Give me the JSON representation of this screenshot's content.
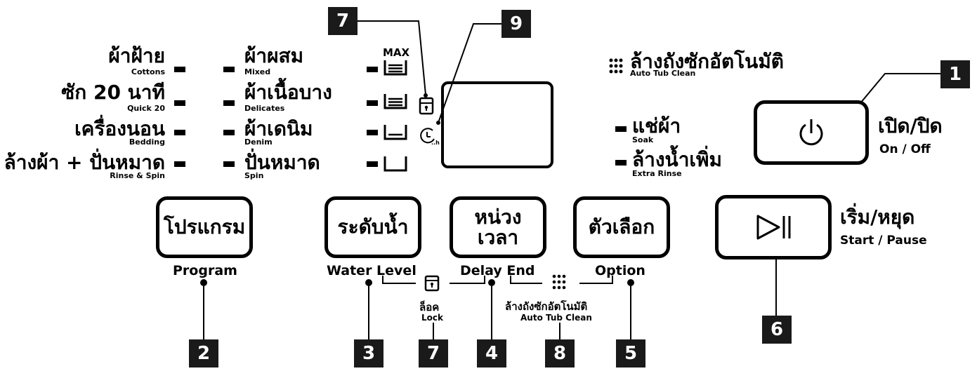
{
  "programs_left": [
    {
      "th": "ผ้าฝ้าย",
      "en": "Cottons"
    },
    {
      "th": "ซัก 20 นาที",
      "en": "Quick 20"
    },
    {
      "th": "เครื่องนอน",
      "en": "Bedding"
    },
    {
      "th": "ล้างผ้า + ปั่นหมาด",
      "en": "Rinse & Spin"
    }
  ],
  "programs_mid": [
    {
      "th": "ผ้าผสม",
      "en": "Mixed"
    },
    {
      "th": "ผ้าเนื้อบาง",
      "en": "Delicates"
    },
    {
      "th": "ผ้าเดนิม",
      "en": "Denim"
    },
    {
      "th": "ปั่นหมาด",
      "en": "Spin"
    }
  ],
  "water_level": {
    "max_label": "MAX"
  },
  "auto_tub_clean": {
    "th": "ล้างถังซักอัตโนมัติ",
    "en": "Auto Tub Clean"
  },
  "options": [
    {
      "th": "แช่ผ้า",
      "en": "Soak"
    },
    {
      "th": "ล้างน้ำเพิ่ม",
      "en": "Extra Rinse"
    }
  ],
  "power": {
    "th": "เปิด/ปิด",
    "en": "On / Off",
    "icon": "power-icon"
  },
  "start": {
    "th": "เริ่ม/หยุด",
    "en": "Start / Pause",
    "icon": "play-pause-icon"
  },
  "buttons": {
    "program": {
      "th": "โปรแกรม",
      "en": "Program"
    },
    "water_level": {
      "th": "ระดับน้ำ",
      "en": "Water Level"
    },
    "delay_end": {
      "th1": "หน่วง",
      "th2": "เวลา",
      "en": "Delay End"
    },
    "option": {
      "th": "ตัวเลือก",
      "en": "Option"
    }
  },
  "lock": {
    "th": "ล็อค",
    "en": "Lock"
  },
  "combo_auto_tub_clean": {
    "th": "ล้างถังซักอัตโนมัติ",
    "en": "Auto Tub Clean"
  },
  "callouts": {
    "c1": "1",
    "c2": "2",
    "c3": "3",
    "c4": "4",
    "c5": "5",
    "c6": "6",
    "c7_top": "7",
    "c7_bottom": "7",
    "c8": "8",
    "c9": "9"
  },
  "display_icons": {
    "lock_icon": "lock-icon",
    "timer_icon": "timer-icon",
    "timer_suffix": "..h"
  }
}
